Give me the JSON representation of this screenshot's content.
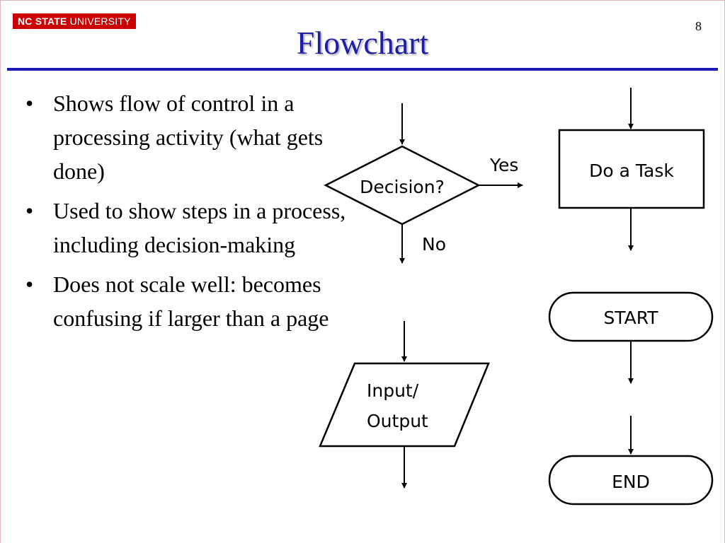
{
  "header": {
    "logo_bold": "NC STATE",
    "logo_light": "UNIVERSITY",
    "title": "Flowchart",
    "page_number": "8"
  },
  "bullets": [
    {
      "text": "Shows flow of control in a processing activity (what gets done)"
    },
    {
      "text": "Used to show steps in a process, including decision-making"
    },
    {
      "text": "Does not scale well: becomes confusing if larger than a page"
    }
  ],
  "flowchart": {
    "decision_label": "Decision?",
    "yes_label": "Yes",
    "no_label": "No",
    "task_label": "Do a Task",
    "io_label_line1": "Input/",
    "io_label_line2": "Output",
    "start_label": "START",
    "end_label": "END"
  },
  "colors": {
    "title": "#1f1fa6",
    "rule": "#1a1ab4",
    "logo_bg": "#cc0000"
  }
}
